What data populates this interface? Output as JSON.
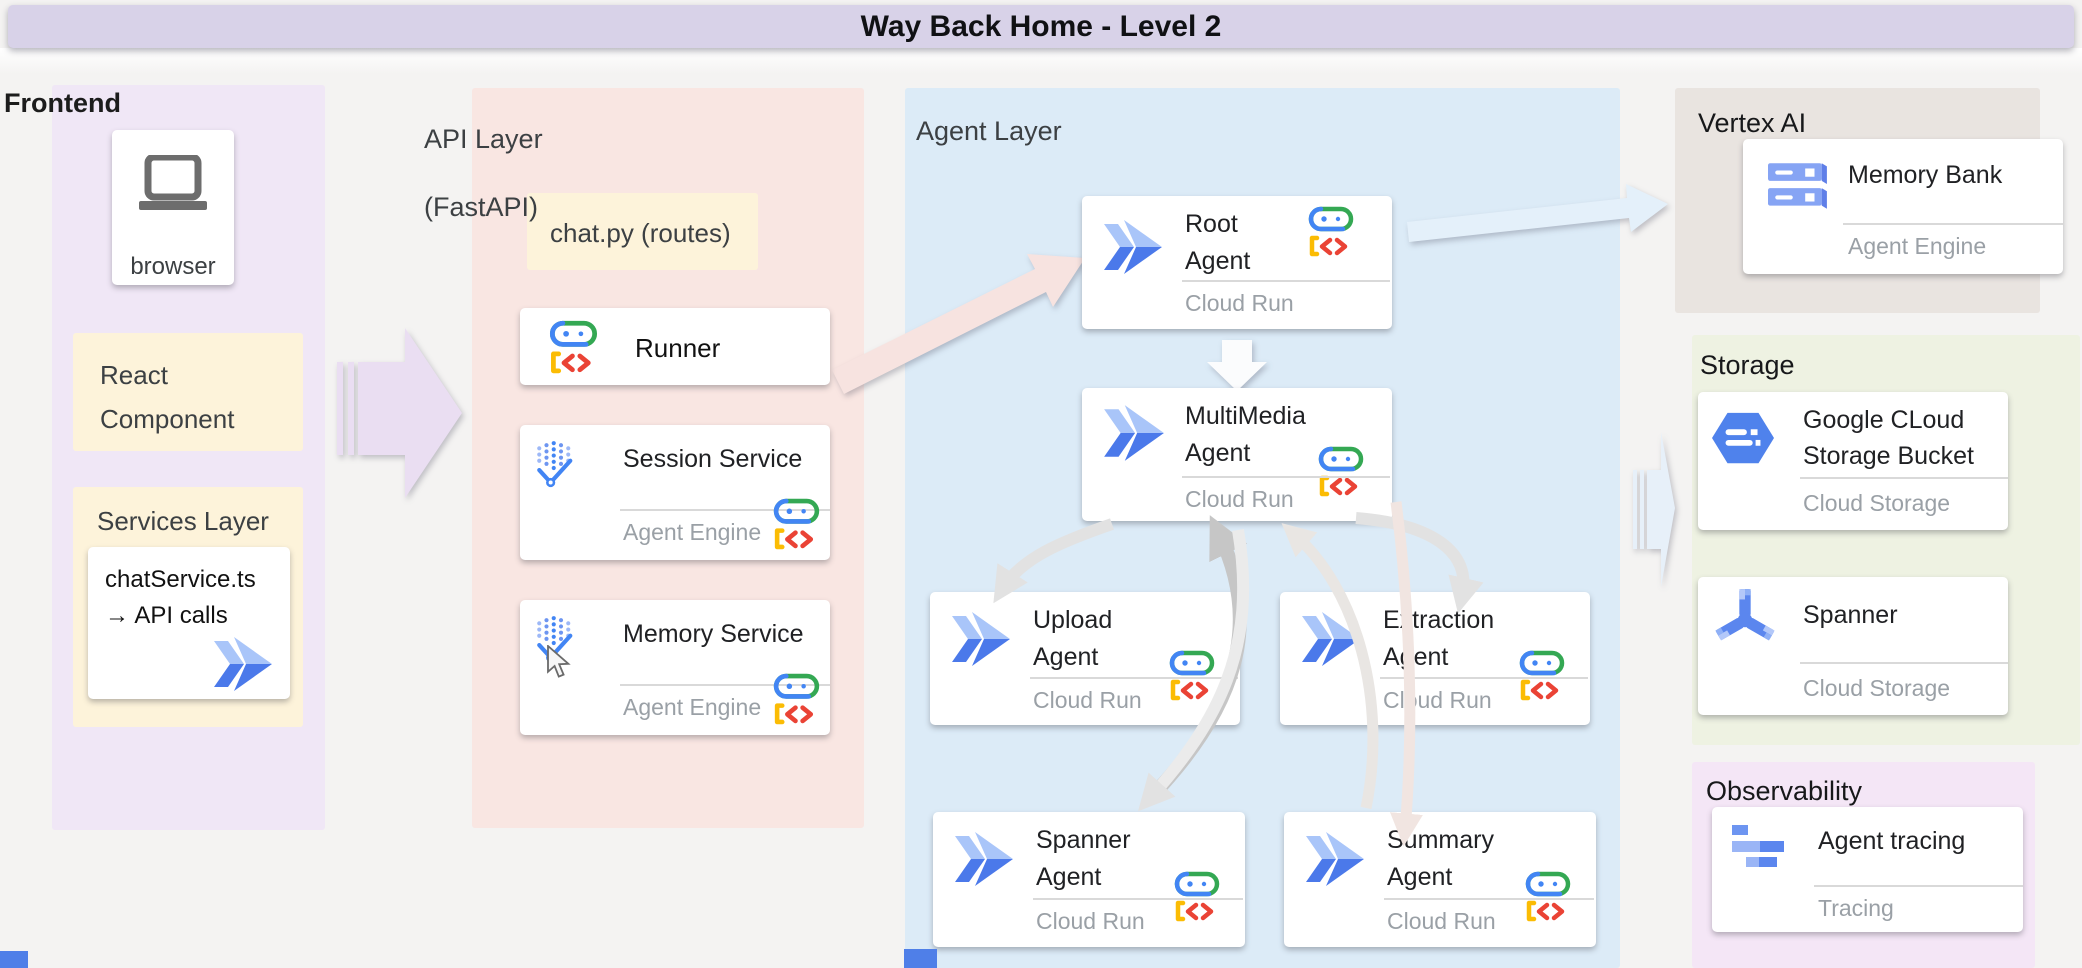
{
  "banner": {
    "title": "Way Back Home - Level 2"
  },
  "frontend": {
    "heading": "Frontend",
    "browser": {
      "label": "browser"
    },
    "react": {
      "label": "React Component"
    },
    "services": {
      "heading": "Services Layer",
      "card": {
        "line1": "chatService.ts",
        "line2": "→ API calls"
      }
    }
  },
  "api": {
    "heading_line1": "API Layer",
    "heading_line2": "(FastAPI)",
    "chat_py": {
      "label": "chat.py (routes)"
    },
    "runner": {
      "label": "Runner"
    },
    "session": {
      "title": "Session Service",
      "subtitle": "Agent Engine"
    },
    "memory": {
      "title": "Memory Service",
      "subtitle": "Agent Engine"
    }
  },
  "agents": {
    "heading": "Agent Layer",
    "root": {
      "title": "Root Agent",
      "subtitle": "Cloud Run"
    },
    "multimedia": {
      "title": "MultiMedia Agent",
      "subtitle": "Cloud Run"
    },
    "upload": {
      "title": "Upload Agent",
      "subtitle": "Cloud Run"
    },
    "extraction": {
      "title": "Extraction Agent",
      "subtitle": "Cloud Run"
    },
    "spanner": {
      "title": "Spanner Agent",
      "subtitle": "Cloud Run"
    },
    "summary": {
      "title": "Summary Agent",
      "subtitle": "Cloud Run"
    }
  },
  "vertex": {
    "heading": "Vertex AI",
    "memory_bank": {
      "title": "Memory Bank",
      "subtitle": "Agent Engine"
    }
  },
  "storage": {
    "heading": "Storage",
    "bucket": {
      "title": "Google CLoud Storage Bucket",
      "subtitle": "Cloud Storage"
    },
    "spanner": {
      "title": "Spanner",
      "subtitle": "Cloud Storage"
    }
  },
  "observability": {
    "heading": "Observability",
    "tracing": {
      "title": "Agent tracing",
      "subtitle": "Tracing"
    }
  },
  "icons": [
    "laptop-browser-icon",
    "agent-chevron-icon",
    "adk-robot-icon",
    "vertex-dots-icon",
    "memory-bank-rack-icon",
    "cloud-storage-hexagon-icon",
    "spanner-icon",
    "tracing-bars-icon",
    "mouse-cursor"
  ],
  "colors": {
    "background": "#f4f3f2",
    "banner": "#d8d2e8",
    "frontend_panel": "#f0e7f6",
    "api_panel": "#f9e6e2",
    "agent_panel": "#dcebf7",
    "vertex_panel": "#e9e4e0",
    "storage_panel": "#eef2e2",
    "observability_panel": "#f4e6f6",
    "cream_card": "#fdf3da",
    "google_blue": "#4285f4",
    "google_green": "#34a853",
    "google_yellow": "#fbbc04",
    "google_red": "#ea4335",
    "subtitle_gray": "#9aa0a6"
  }
}
